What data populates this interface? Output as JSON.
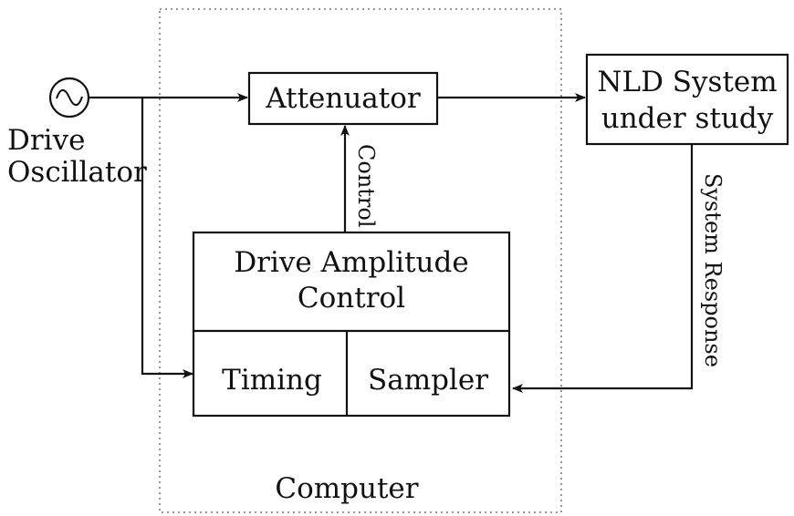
{
  "diagram": {
    "blocks": {
      "attenuator": "Attenuator",
      "nld_line1": "NLD System",
      "nld_line2": "under study",
      "drive_amp_line1": "Drive Amplitude",
      "drive_amp_line2": "Control",
      "timing": "Timing",
      "sampler": "Sampler"
    },
    "labels": {
      "oscillator_line1": "Drive",
      "oscillator_line2": "Oscillator",
      "control": "Control",
      "system_response": "System Response",
      "computer": "Computer"
    },
    "icons": {
      "oscillator": "sine-source-icon"
    }
  }
}
